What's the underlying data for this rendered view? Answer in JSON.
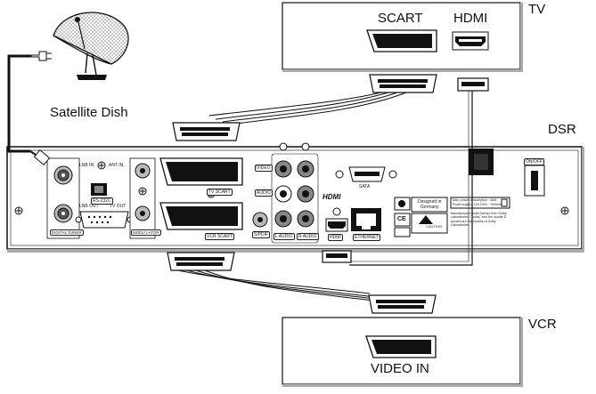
{
  "tv": {
    "name": "TV",
    "scart_label": "SCART",
    "hdmi_label": "HDMI"
  },
  "dsr": {
    "name": "DSR"
  },
  "vcr": {
    "name": "VCR",
    "input_label": "VIDEO IN"
  },
  "dish": {
    "label": "Satellite Dish"
  },
  "panel": {
    "lnb_in": "LNB IN",
    "ant_in": "ANT IN",
    "lnb_out": "LNB OUT",
    "tv_out": "TV OUT",
    "rs232": "RS-232C",
    "modulator": "MODU LATOR",
    "digital_tuner": "DIGITAL TUNER",
    "tv_scart": "TV SCART",
    "vcr_scart": "VCR SCART",
    "video": "VIDEO",
    "audio": "AUDIO",
    "spdif": "S/PDIF",
    "l_audio": "L AUDIO",
    "r_audio": "R AUDIO",
    "hdmi": "HDMI",
    "hdmi_logo": "HDMI",
    "ethernet": "ETHERNET",
    "sata": "SATA",
    "on_off": "ON/OFF",
    "designed_in": "Designed in",
    "germany": "Germany",
    "ce": "CE",
    "caution": "CAUTION",
    "power_line1": "Max. power consumption : 45W",
    "power_line2": "Power supply : 100-240V ~ 50/60Hz",
    "dolby_text": "Manufactured under license from Dolby Laboratories. \"Dolby\" and the double-D symbol are trademarks of Dolby Laboratories."
  }
}
